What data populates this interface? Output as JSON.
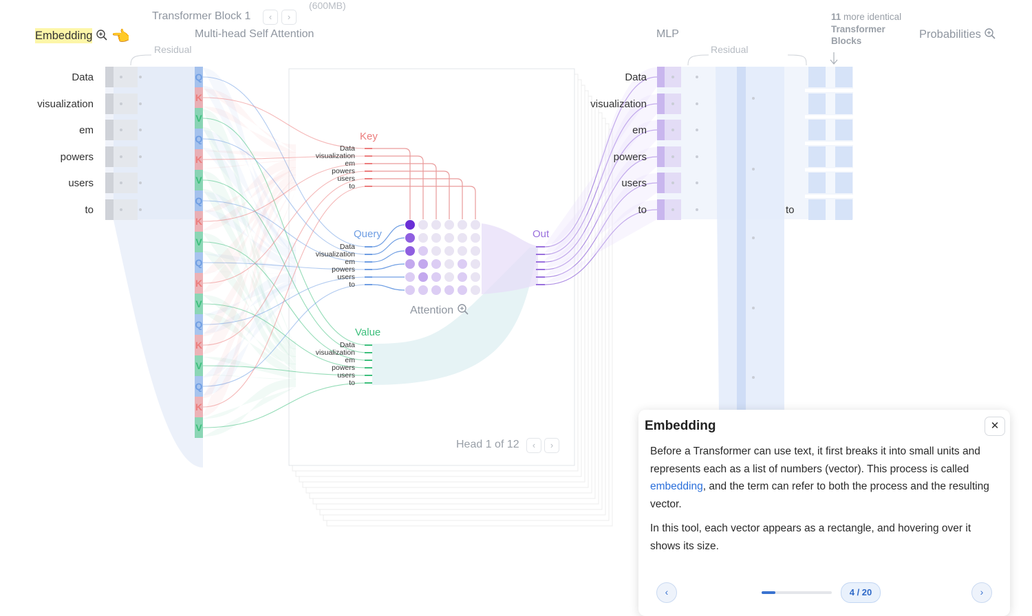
{
  "header": {
    "clipped_text": "(600MB)",
    "embedding_label": "Embedding",
    "block_title": "Transformer Block 1",
    "mhsa_title": "Multi-head Self Attention",
    "mlp_title": "MLP",
    "residual_left": "Residual",
    "residual_right": "Residual",
    "more_blocks_count": "11",
    "more_blocks_line1": "more identical",
    "more_blocks_line2": "Transformer",
    "more_blocks_line3": "Blocks",
    "probabilities_label": "Probabilities",
    "prev_glyph": "‹",
    "next_glyph": "›",
    "pointer_emoji": "👈"
  },
  "tokens": [
    "Data",
    "visualization",
    "em",
    "powers",
    "users",
    "to"
  ],
  "qkv_letters": [
    "Q",
    "K",
    "V"
  ],
  "attention": {
    "key_title": "Key",
    "query_title": "Query",
    "value_title": "Value",
    "out_title": "Out",
    "attention_label": "Attention",
    "weights": [
      [
        1.0,
        0.1,
        0.1,
        0.1,
        0.1,
        0.1
      ],
      [
        0.85,
        0.15,
        0.1,
        0.1,
        0.1,
        0.1
      ],
      [
        0.7,
        0.25,
        0.1,
        0.1,
        0.1,
        0.1
      ],
      [
        0.45,
        0.35,
        0.25,
        0.15,
        0.2,
        0.1
      ],
      [
        0.3,
        0.45,
        0.25,
        0.1,
        0.2,
        0.1
      ],
      [
        0.2,
        0.2,
        0.25,
        0.2,
        0.2,
        0.15
      ]
    ],
    "head_label": "Head 1 of 12"
  },
  "output_token": "to",
  "panel": {
    "title": "Embedding",
    "close_glyph": "✕",
    "para1_before": "Before a Transformer can use text, it first breaks it into small units and represents each as a list of numbers (vector). This process is called ",
    "para1_link": "embedding",
    "para1_after": ", and the term can refer to both the process and the resulting vector.",
    "para2": "In this tool, each vector appears as a rectangle, and hovering over it shows its size.",
    "page_indicator": "4 / 20",
    "progress_fraction": 0.2,
    "prev_glyph": "‹",
    "next_glyph": "›"
  },
  "colors": {
    "query": "#6f9ee3",
    "key": "#ec7d7d",
    "value": "#3dbf7c",
    "out": "#9a70dd",
    "attention_dark": "#6a2fd6",
    "residual": "#dde6f6",
    "highlight": "#fdf6a8",
    "link": "#2a6fdb"
  }
}
